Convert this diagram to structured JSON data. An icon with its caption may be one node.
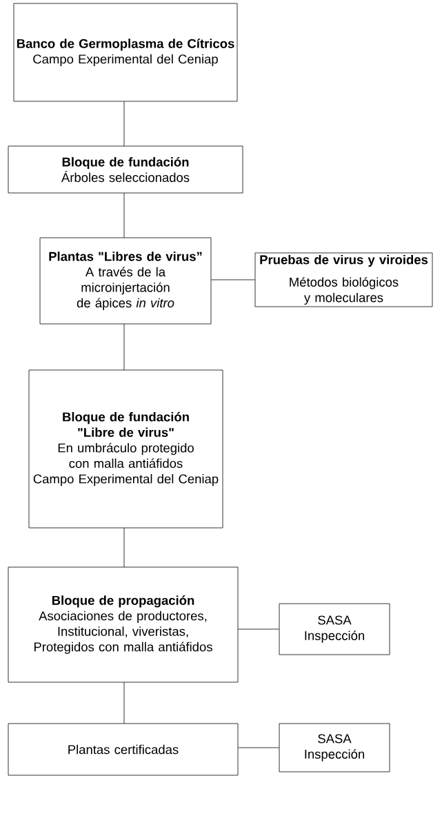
{
  "diagram": {
    "nodes": [
      {
        "text": [
          "Banco de Germoplasma de Cítricos",
          "Campo Experimental del Ceniap"
        ]
      },
      {
        "text": [
          "Bloque de fundación",
          "Árboles seleccionados"
        ]
      },
      {
        "text": [
          "Plantas \"Libres de virus”",
          "A través de la microinjertación de ápices *in vitro*"
        ]
      },
      {
        "text": [
          "Pruebas de virus y viroides",
          "Métodos biológicos y moleculares"
        ]
      },
      {
        "text": [
          "Bloque de fundación \"Libre de virus\"",
          "En umbráculo protegido con malla antiáfidos",
          "Campo Experimental del Ceniap"
        ]
      },
      {
        "text": [
          "Bloque de propagación",
          "Asociaciones de productores, Institucional, viveristas, Protegidos con malla antiáfidos"
        ]
      },
      {
        "text": [
          "SASA",
          "Inspección"
        ]
      },
      {
        "text": [
          "Plantas certificadas"
        ]
      },
      {
        "text": [
          "SASA",
          "Inspección"
        ]
      }
    ],
    "edges": [
      {
        "from": 0,
        "to": 1,
        "arrow": "none"
      },
      {
        "from": 1,
        "to": 2,
        "arrow": "none"
      },
      {
        "from": 2,
        "to": 3,
        "arrow": "none"
      },
      {
        "from": 2,
        "to": 4,
        "arrow": "none"
      },
      {
        "from": 4,
        "to": 5,
        "arrow": "none"
      },
      {
        "from": 5,
        "to": 6,
        "arrow": "none"
      },
      {
        "from": 5,
        "to": 7,
        "arrow": "none"
      },
      {
        "from": 7,
        "to": 8,
        "arrow": "none"
      }
    ]
  }
}
